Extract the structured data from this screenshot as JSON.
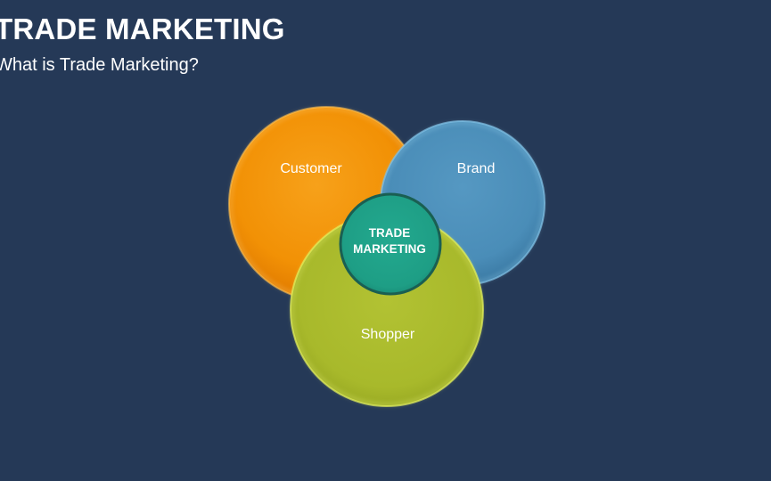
{
  "slide": {
    "title": "TRADE MARKETING",
    "subtitle": "What is Trade Marketing?"
  },
  "diagram": {
    "circles": {
      "customer": {
        "label": "Customer",
        "color": "#F29105"
      },
      "brand": {
        "label": "Brand",
        "color": "#4A8DB8"
      },
      "shopper": {
        "label": "Shopper",
        "color": "#A8B92B"
      }
    },
    "center": {
      "line1": "TRADE",
      "line2": "MARKETING",
      "color": "#1E9E85"
    }
  },
  "colors": {
    "background": "#253957",
    "text": "#FFFFFF"
  }
}
